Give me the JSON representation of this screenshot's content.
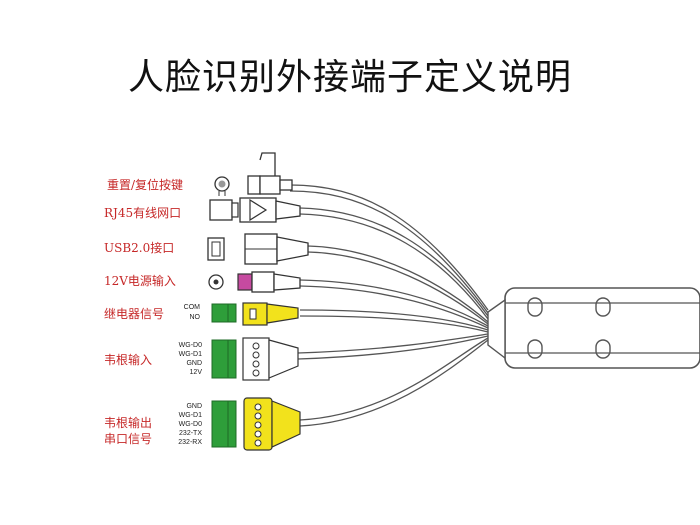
{
  "title": "人脸识别外接端子定义说明",
  "connectors": [
    {
      "label": "重置/复位按键"
    },
    {
      "label": "RJ45有线网口"
    },
    {
      "label": "USB2.0接口"
    },
    {
      "label": "12V电源输入"
    },
    {
      "label": "继电器信号",
      "pins": [
        "COM",
        "NO"
      ]
    },
    {
      "label": "韦根输入",
      "pins": [
        "WG-D0",
        "WG-D1",
        "GND",
        "12V"
      ]
    },
    {
      "label": "韦根输出",
      "label2": "串口信号",
      "pins": [
        "GND",
        "WG-D1",
        "WG-D0",
        "232-TX",
        "232-RX"
      ]
    }
  ],
  "colors": {
    "label": "#c62828",
    "terminal": "#2e9e3a",
    "plug": "#f2e21c",
    "dc_plug": "#c64aa0"
  }
}
